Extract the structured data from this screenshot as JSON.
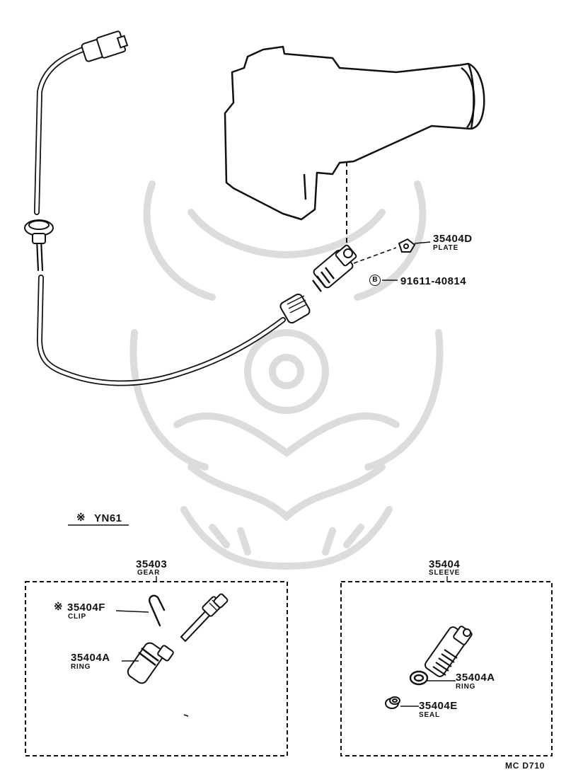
{
  "main_assembly": {
    "plate": {
      "part_no": "35404D",
      "name": "PLATE"
    },
    "bolt": {
      "symbol": "B",
      "part_no": "91611-40814"
    }
  },
  "model_note": {
    "mark": "※",
    "model": "YN61"
  },
  "gear_kit": {
    "part_no": "35403",
    "name": "GEAR",
    "clip": {
      "mark": "※",
      "part_no": "35404F",
      "name": "CLIP"
    },
    "ring": {
      "part_no": "35404A",
      "name": "RING"
    }
  },
  "sleeve_kit": {
    "part_no": "35404",
    "name": "SLEEVE",
    "ring": {
      "part_no": "35404A",
      "name": "RING"
    },
    "seal": {
      "part_no": "35404E",
      "name": "SEAL"
    }
  },
  "figure_code": "MC D710",
  "watermark": {
    "type": "samurai-helmet-logo",
    "color": "#dcdcdc"
  }
}
